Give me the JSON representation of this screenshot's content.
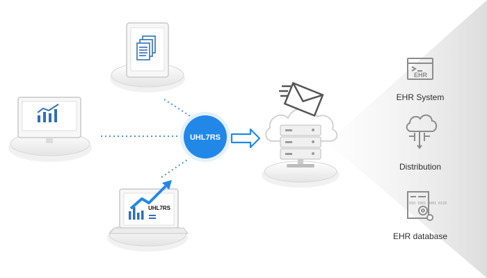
{
  "hub": {
    "label": "UHL7RS"
  },
  "laptop": {
    "screen_label": "UHL7RS"
  },
  "outputs": [
    {
      "label": "EHR System",
      "icon": "ehr-system-icon",
      "icon_text": "EHR"
    },
    {
      "label": "Distribution",
      "icon": "cloud-distribution-icon"
    },
    {
      "label": "EHR database",
      "icon": "ehr-database-icon",
      "icon_text": "010 1001 0001 0110"
    }
  ],
  "colors": {
    "accent": "#2188e8",
    "icon_blue": "#2f6fb8",
    "gray_icon": "#8c8c8c",
    "platform": "#e6e6e6",
    "shadow": "#f1f1f1"
  }
}
